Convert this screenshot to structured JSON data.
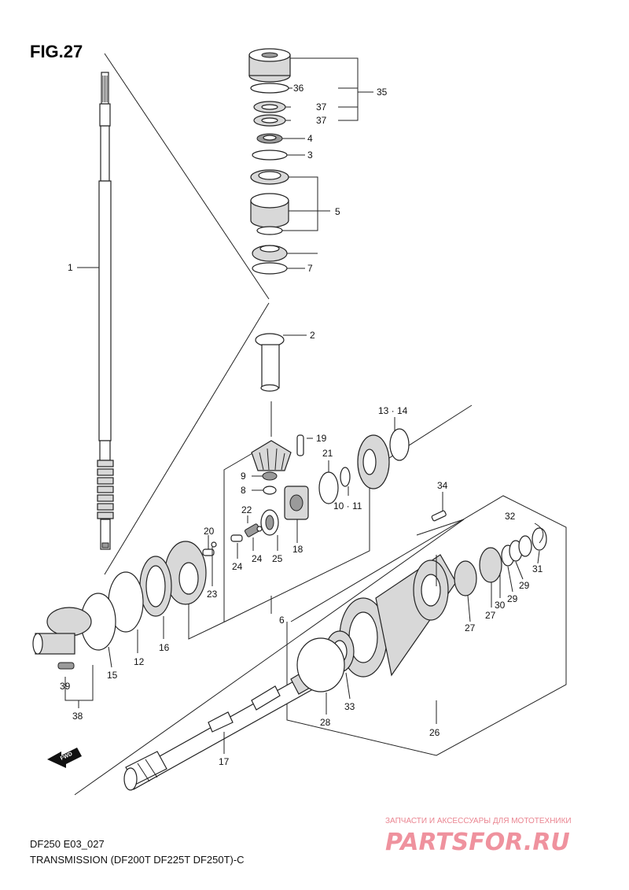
{
  "figure": {
    "title": "FIG.27"
  },
  "footer": {
    "code": "DF250 E03_027",
    "caption": "TRANSMISSION (DF200T DF225T DF250T)-C"
  },
  "watermark": {
    "tagline": "ЗАПЧАСТИ И АКСЕССУАРЫ ДЛЯ МОТОТЕХНИКИ",
    "brand": "PARTSFOR.RU"
  },
  "arrow": {
    "label": "FWD"
  },
  "callouts": [
    "1",
    "2",
    "3",
    "4",
    "5",
    "6",
    "7",
    "8",
    "9",
    "10 · 11",
    "12",
    "13 · 14",
    "15",
    "16",
    "17",
    "18",
    "19",
    "20",
    "21",
    "22",
    "23",
    "24",
    "24",
    "25",
    "26",
    "27",
    "27",
    "28",
    "29",
    "29",
    "30",
    "31",
    "32",
    "33",
    "34",
    "35",
    "36",
    "37",
    "37",
    "38",
    "39"
  ]
}
